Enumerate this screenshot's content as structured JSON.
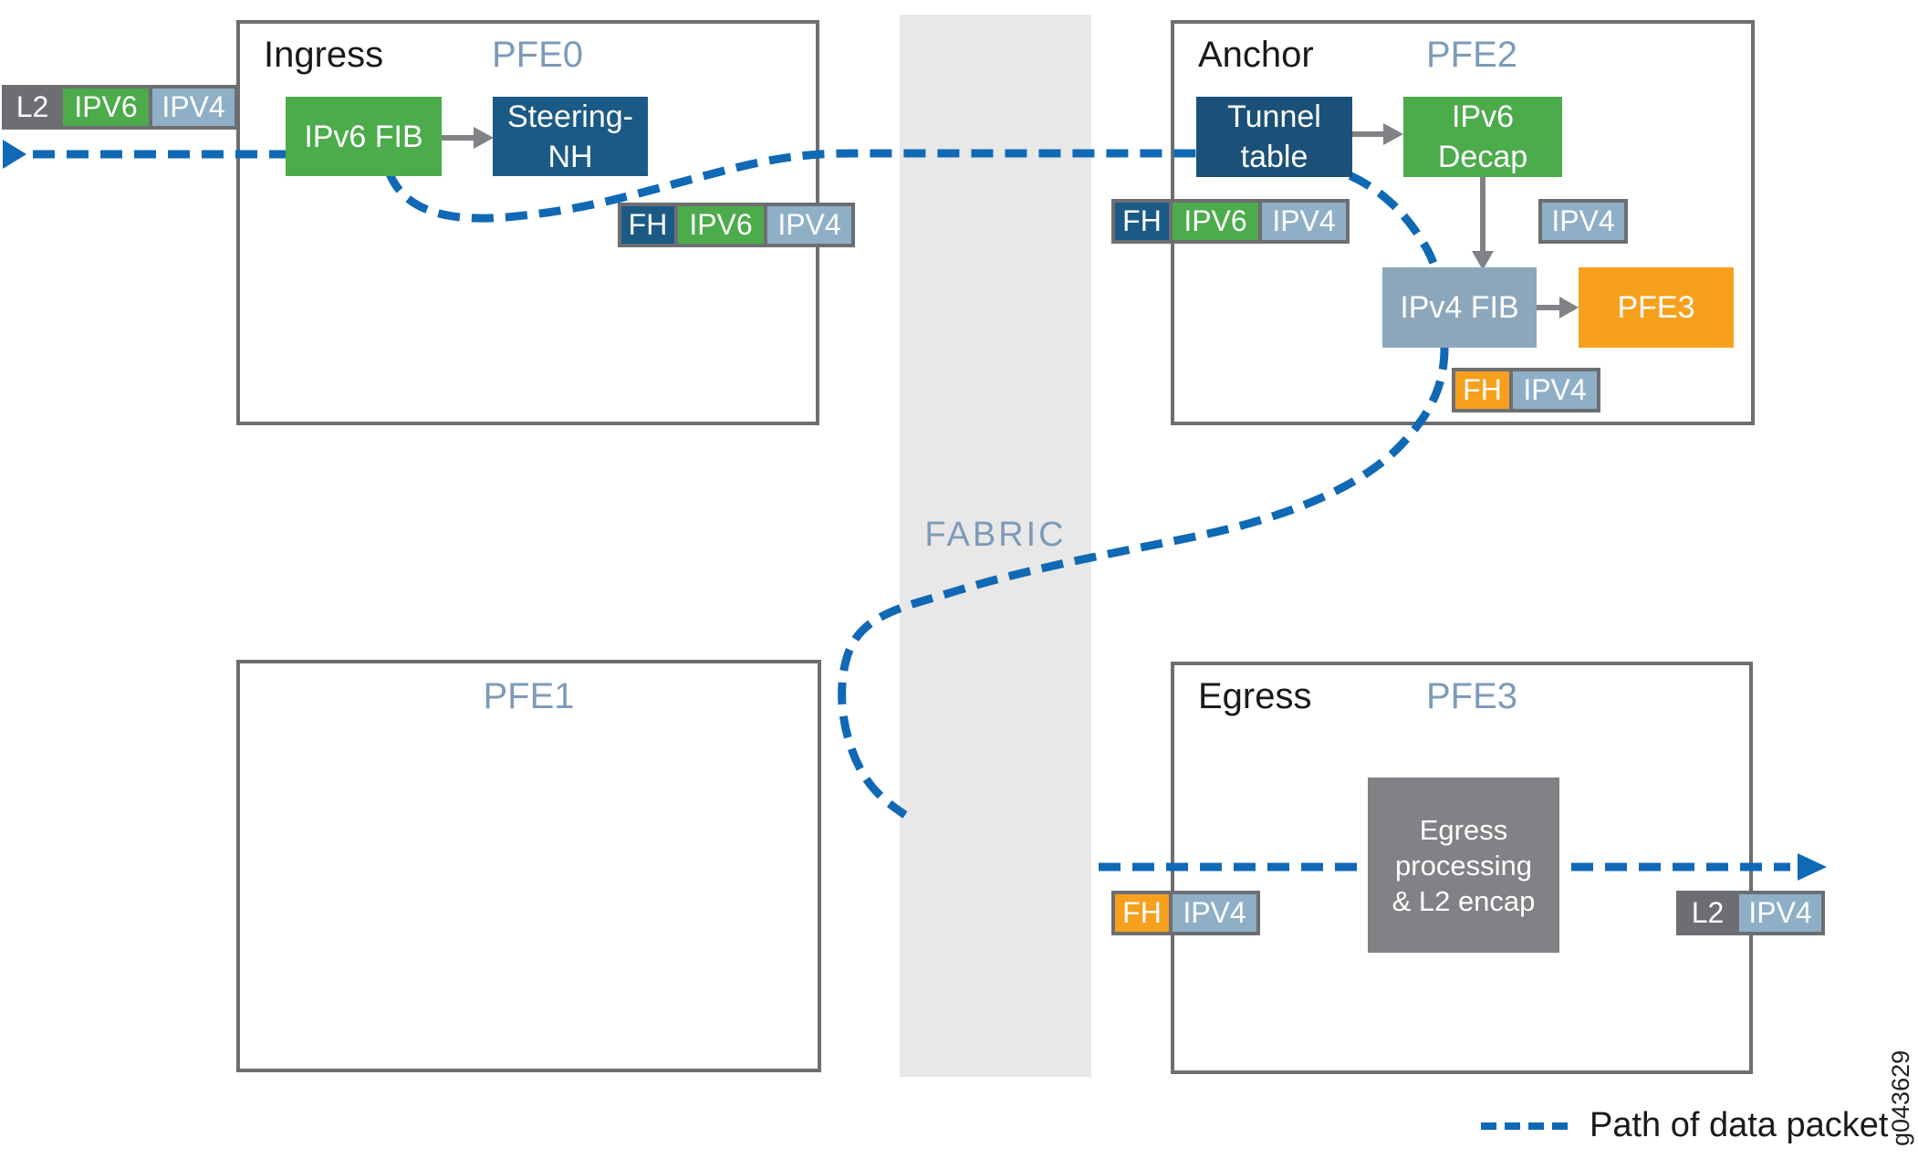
{
  "colors": {
    "green": "#4cab4b",
    "blue_dark": "#1b5a85",
    "blue_tunnel": "#1b5178",
    "steel_box": "#8ca7bb",
    "chip_blue": "#8fafc7",
    "orange": "#f6a01e",
    "gray_chip": "#6d6e71",
    "gray_box": "#808285",
    "border_gray": "#6d6e71",
    "arrow_gray": "#808285",
    "fabric_bg": "#e8e8e9",
    "path_blue": "#1069b4",
    "pfe_label": "#7d9bb8",
    "title_text": "#1a1a1a"
  },
  "fabric": {
    "label": "FABRIC"
  },
  "regions": {
    "ingress": {
      "title": "Ingress",
      "pfe_label": "PFE0"
    },
    "pfe1": {
      "pfe_label": "PFE1"
    },
    "anchor": {
      "title": "Anchor",
      "pfe_label": "PFE2"
    },
    "egress": {
      "title": "Egress",
      "pfe_label": "PFE3"
    }
  },
  "nodes": {
    "ipv6_fib": {
      "label": "IPv6 FIB"
    },
    "steering_nh": {
      "lines": [
        "Steering-",
        "NH"
      ]
    },
    "tunnel_table": {
      "lines": [
        "Tunnel",
        "table"
      ]
    },
    "ipv6_decap": {
      "lines": [
        "IPv6",
        "Decap"
      ]
    },
    "ipv4_fib": {
      "label": "IPv4 FIB"
    },
    "pfe3": {
      "label": "PFE3"
    },
    "egress_processing": {
      "lines": [
        "Egress",
        "processing",
        "& L2 encap"
      ]
    }
  },
  "packet_labels": {
    "ingress_in": [
      "L2",
      "IPV6",
      "IPV4"
    ],
    "pfe0_out": [
      "FH",
      "IPV6",
      "IPV4"
    ],
    "anchor_in": [
      "FH",
      "IPV6",
      "IPV4"
    ],
    "decap_out": [
      "IPV4"
    ],
    "anchor_out": [
      "FH",
      "IPV4"
    ],
    "egress_in": [
      "FH",
      "IPV4"
    ],
    "egress_out": [
      "L2",
      "IPV4"
    ]
  },
  "legend": {
    "label": "Path of data packet"
  },
  "watermark": "g043629"
}
